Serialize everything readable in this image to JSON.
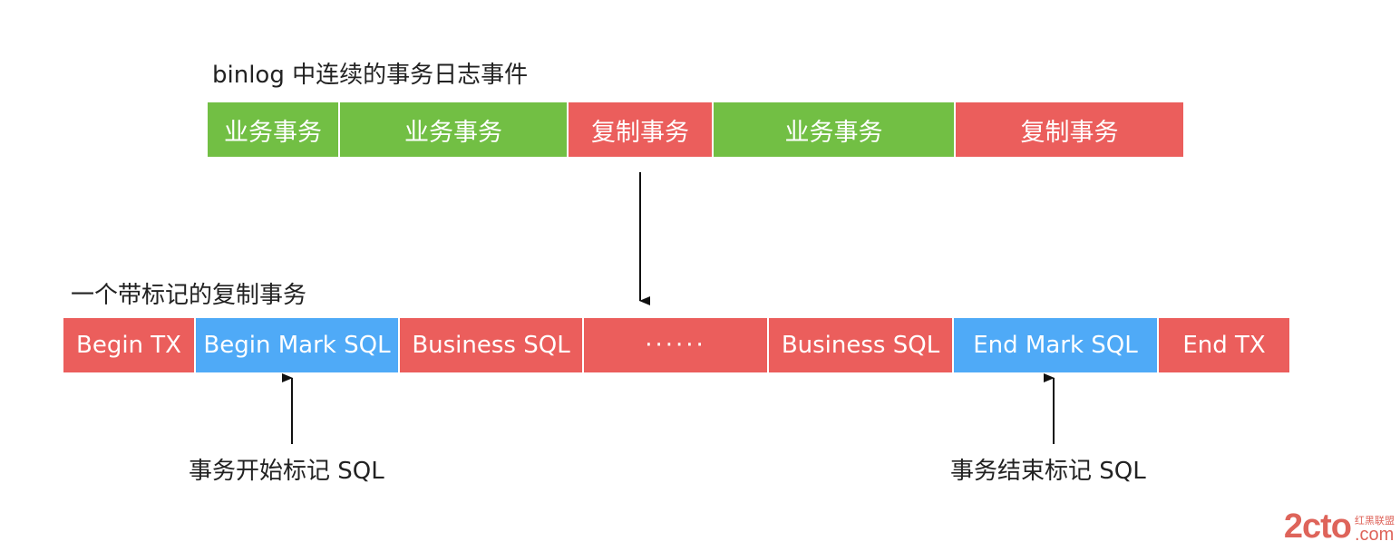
{
  "top_caption": "binlog 中连续的事务日志事件",
  "top_row": [
    {
      "label": "业务事务",
      "color": "green"
    },
    {
      "label": "业务事务",
      "color": "green"
    },
    {
      "label": "复制事务",
      "color": "red"
    },
    {
      "label": "业务事务",
      "color": "green"
    },
    {
      "label": "复制事务",
      "color": "red"
    }
  ],
  "bottom_caption": "一个带标记的复制事务",
  "bottom_row": [
    {
      "label": "Begin TX",
      "color": "red"
    },
    {
      "label": "Begin Mark SQL",
      "color": "blue"
    },
    {
      "label": "Business SQL",
      "color": "red"
    },
    {
      "label": "······",
      "color": "red"
    },
    {
      "label": "Business SQL",
      "color": "red"
    },
    {
      "label": "End Mark SQL",
      "color": "blue"
    },
    {
      "label": "End TX",
      "color": "red"
    }
  ],
  "start_mark_label": "事务开始标记 SQL",
  "end_mark_label": "事务结束标记 SQL",
  "watermark": {
    "logo": "2cto",
    "chinese": "红黑联盟",
    "suffix": ".com"
  },
  "colors": {
    "green": "#72bf44",
    "red": "#eb5e5c",
    "blue": "#4faaf7"
  }
}
